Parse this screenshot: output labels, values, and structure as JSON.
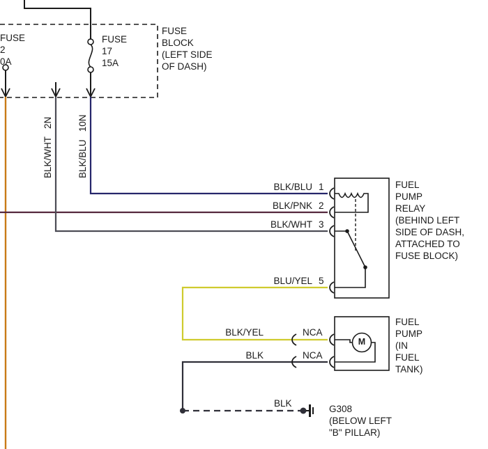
{
  "colors": {
    "line": "#1a1a1a",
    "orange_wire": "#c97b17",
    "blk_blu_wire": "#26266b",
    "blk_pnk_wire": "#55283e",
    "blk_wht_wire": "#4c4c55",
    "yellow_wire": "#cfcb2e",
    "blk_wire": "#2f2f38"
  },
  "fuse_block": {
    "fuse_left_label": "FUSE\n2\n0A",
    "fuse_17_label": "FUSE\n17\n15A",
    "block_label": "FUSE\nBLOCK\n(LEFT SIDE\nOF DASH)"
  },
  "wire_labels": {
    "blk_wht_2n": "BLK/WHT   2N",
    "blk_blu_10n": "BLK/BLU   10N",
    "relay_1": "BLK/BLU",
    "relay_1_pin": "1",
    "relay_2": "BLK/PNK",
    "relay_2_pin": "2",
    "relay_3": "BLK/WHT",
    "relay_3_pin": "3",
    "relay_5": "BLU/YEL",
    "relay_5_pin": "5",
    "pump_top": "BLK/YEL",
    "pump_top_pin": "NCA",
    "pump_bottom": "BLK",
    "pump_bottom_pin": "NCA",
    "ground_wire": "BLK"
  },
  "relay": {
    "label": "FUEL\nPUMP\nRELAY\n(BEHIND LEFT\nSIDE OF DASH,\nATTACHED TO\nFUSE BLOCK)"
  },
  "pump": {
    "label": "FUEL\nPUMP\n(IN\nFUEL\nTANK)",
    "motor_letter": "M"
  },
  "ground": {
    "label": "G308\n(BELOW LEFT\n\"B\" PILLAR)"
  }
}
